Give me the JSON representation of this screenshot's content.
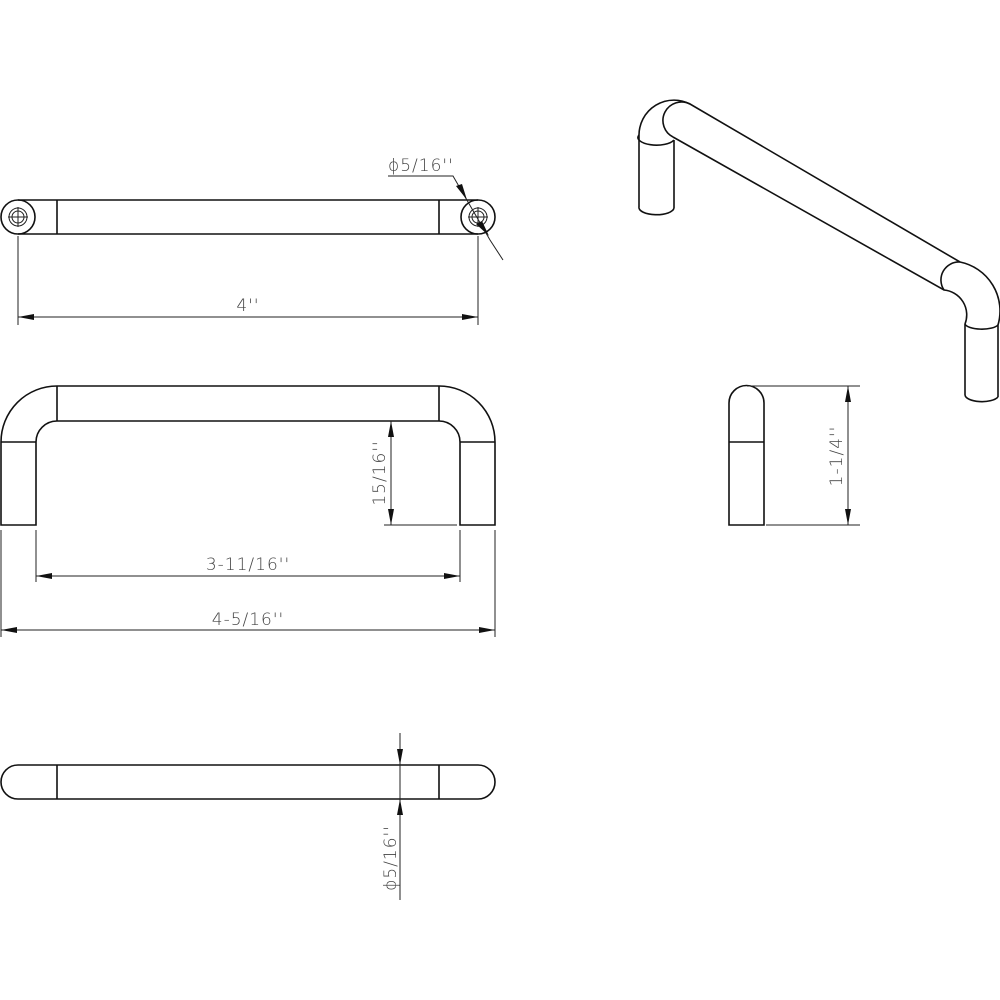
{
  "drawing": {
    "top_view": {
      "hole_diameter": "ϕ5/16''",
      "center_to_center": "4''"
    },
    "front_view": {
      "height": "15/16''",
      "inner_width": "3-11/16''",
      "overall_length": "4-5/16''"
    },
    "bottom_view": {
      "diameter": "ϕ5/16''"
    },
    "side_view": {
      "projection": "1-1/4''"
    },
    "colors": {
      "line": "#111111",
      "text": "#444444",
      "background": "#ffffff"
    }
  }
}
